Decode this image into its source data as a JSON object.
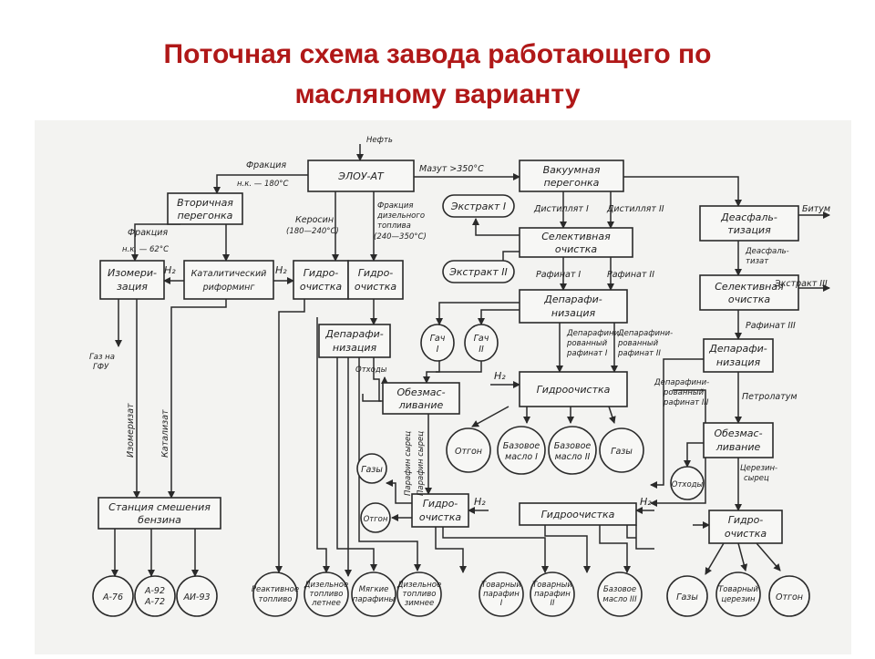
{
  "title": {
    "line1": "Поточная схема завода работающего по",
    "line2": "масляному варианту"
  },
  "boxes": {
    "elou": "ЭЛОУ-АТ",
    "vacuum": [
      "Вакуумная",
      "перегонка"
    ],
    "secondary": [
      "Вторичная",
      "перегонка"
    ],
    "isomer": [
      "Изомери-",
      "зация"
    ],
    "reform": [
      "Каталитический",
      "риформинг"
    ],
    "hydro1": [
      "Гидро-",
      "очистка"
    ],
    "hydro2": [
      "Гидро-",
      "очистка"
    ],
    "deasph": [
      "Деасфаль-",
      "тизация"
    ],
    "selective1": [
      "Селективная",
      "очистка"
    ],
    "dewax1": [
      "Депарафи-",
      "низация"
    ],
    "selective2": [
      "Селективная",
      "очистка"
    ],
    "dewax_left": [
      "Депарафи-",
      "низация"
    ],
    "deoil_left": [
      "Обезмас-",
      "ливание"
    ],
    "hydro_mid": "Гидроочистка",
    "dewax3": [
      "Депарафи-",
      "низация"
    ],
    "deoil_right": [
      "Обезмас-",
      "ливание"
    ],
    "hydro_left": [
      "Гидро-",
      "очистка"
    ],
    "hydro_bottom": "Гидроочистка",
    "hydro_right": [
      "Гидро-",
      "очистка"
    ],
    "blending": [
      "Станция смешения",
      "бензина"
    ]
  },
  "ovals": {
    "extract1": "Экстракт I",
    "extract2": "Экстракт II",
    "gach1": [
      "Гач",
      "I"
    ],
    "gach2": [
      "Гач",
      "II"
    ]
  },
  "circles": {
    "gases_left": "Газы",
    "otgon_left": "Отгон",
    "otgon_mid": "Отгон",
    "base1": [
      "Базовое",
      "масло I"
    ],
    "base2": [
      "Базовое",
      "масло II"
    ],
    "gases_mid": "Газы",
    "otkhody_right": "Отходы",
    "a76": "А-76",
    "a92": [
      "А-92",
      "А-72"
    ],
    "ai93": "АИ-93",
    "jet": [
      "Реактивное",
      "топливо"
    ],
    "diesel_summer": [
      "Дизельное",
      "топливо",
      "летнее"
    ],
    "soft_paraffins": [
      "Мягкие",
      "парафины"
    ],
    "diesel_winter": [
      "Дизельное",
      "топливо",
      "зимнее"
    ],
    "paraffin1": [
      "Товарный",
      "парафин",
      "I"
    ],
    "paraffin2": [
      "Товарный",
      "парафин",
      "II"
    ],
    "base3": [
      "Базовое",
      "масло III"
    ],
    "gases_right": "Газы",
    "ceresin": [
      "Товарный",
      "церезин"
    ],
    "otgon_right": "Отгон"
  },
  "labels": {
    "feed": "Нефть",
    "fraction1": [
      "Фракция",
      "н.к. — 180°С"
    ],
    "mazut": "Мазут >350°С",
    "fraction2": [
      "Фракция",
      "н.к. — 62°С"
    ],
    "kerosene": [
      "Керосин",
      "(180—240°С)"
    ],
    "diesel_frac": [
      "Фракция",
      "дизельного",
      "топлива",
      "(240—350°С)"
    ],
    "distillate1": "Дистиллят I",
    "distillate2": "Дистиллят II",
    "bitumen": "Битум",
    "h2_1": "H₂",
    "h2_2": "H₂",
    "h2_3": "H₂",
    "h2_4": "H₂",
    "h2_5": "H₂",
    "raffinate1": "Рафинат I",
    "raffinate2": "Рафинат II",
    "deasphalt": [
      "Деасфаль-",
      "тизат"
    ],
    "extract3": "Экстракт III",
    "raffinate3": "Рафинат III",
    "dewaxed1": [
      "Депарафини-",
      "рованный",
      "рафинат I"
    ],
    "dewaxed2": [
      "Депарафини-",
      "рованный",
      "рафинат II"
    ],
    "dewaxed3": [
      "Депарафини-",
      "рованный",
      "рафинат III"
    ],
    "gas_gfu": [
      "Газ на",
      "ГФУ"
    ],
    "isomerizate": "Изомеризат",
    "catalyzate": "Катализат",
    "otkhody": "Отходы",
    "petrolatum": "Петролатум",
    "paraffin_raw1": "Парафин сырец",
    "paraffin_raw2": "Парафин сырец",
    "ceresin_raw": [
      "Церезин-",
      "сырец"
    ]
  }
}
